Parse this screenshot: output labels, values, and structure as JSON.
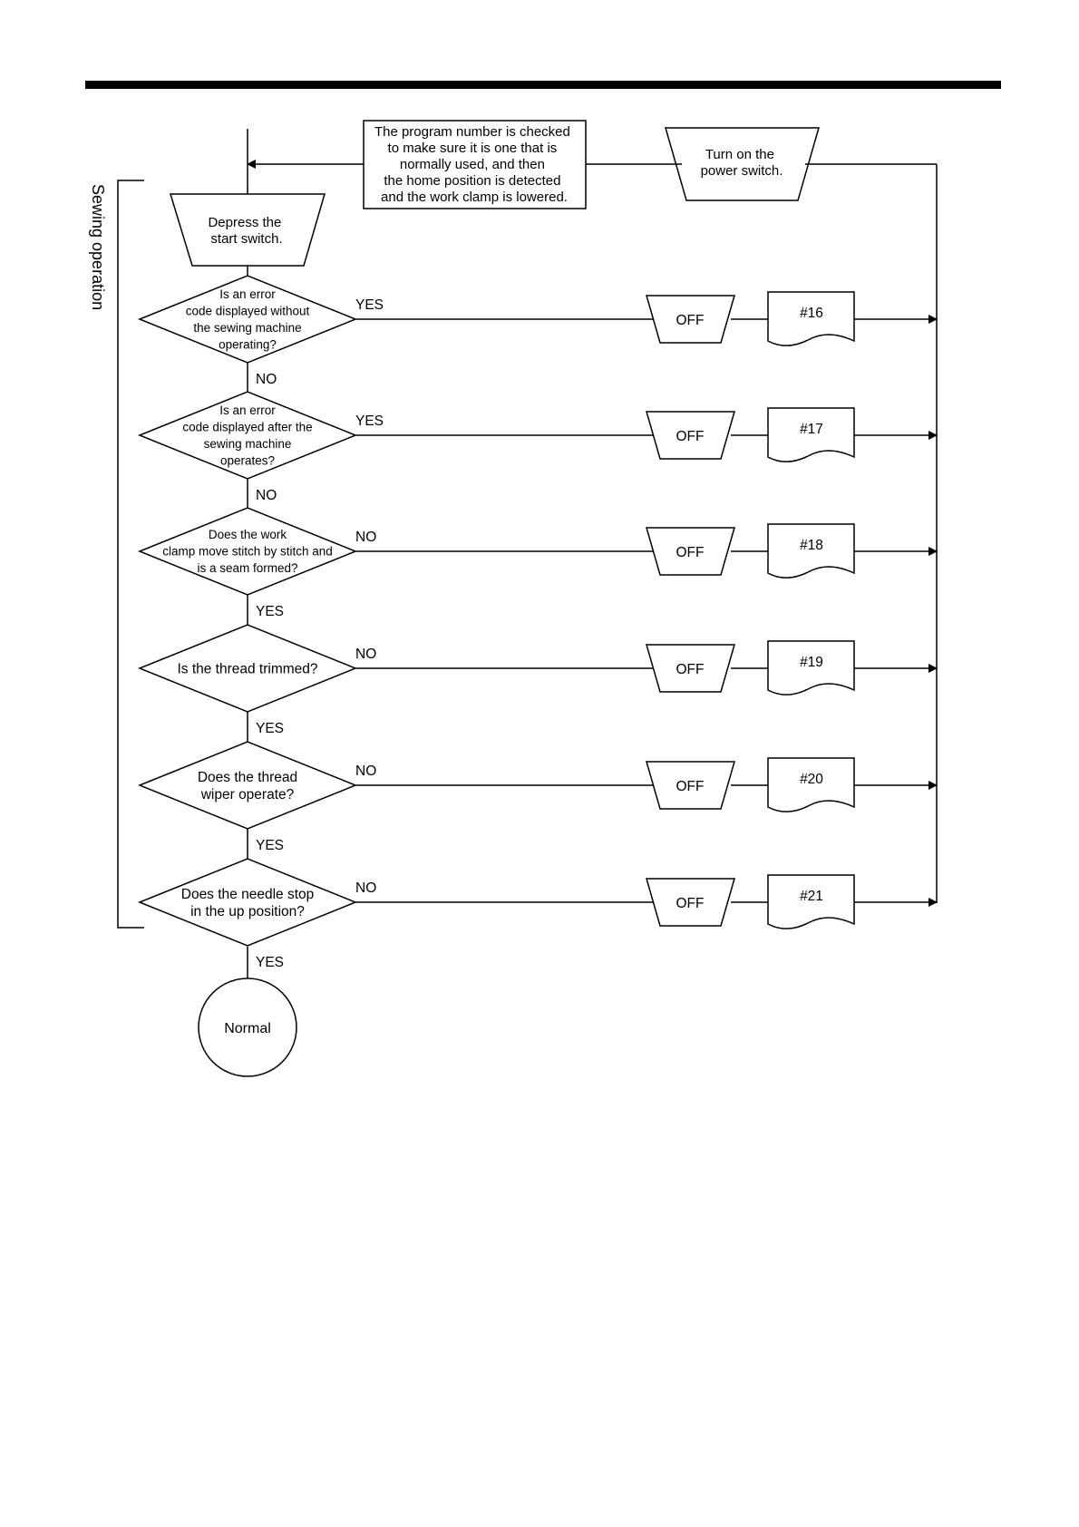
{
  "diagram": {
    "side_label": "Sewing operation",
    "power_on": [
      "Turn on the",
      "power switch."
    ],
    "program_check": [
      "The program number is checked",
      "to make sure it is one that is",
      "normally used, and then",
      "the home position is detected",
      "and the work clamp is lowered."
    ],
    "start": [
      "Depress the",
      "start switch."
    ],
    "decisions": [
      {
        "lines": [
          "Is an error",
          "code displayed without",
          "the sewing machine",
          "operating?"
        ],
        "branch_label": "YES",
        "continue_label": "NO",
        "off_label": "OFF",
        "ref": "#16"
      },
      {
        "lines": [
          "Is an error",
          "code displayed after the",
          "sewing machine",
          "operates?"
        ],
        "branch_label": "YES",
        "continue_label": "NO",
        "off_label": "OFF",
        "ref": "#17"
      },
      {
        "lines": [
          "Does the work",
          "clamp move stitch by stitch and",
          "is a seam formed?"
        ],
        "branch_label": "NO",
        "continue_label": "YES",
        "off_label": "OFF",
        "ref": "#18"
      },
      {
        "lines": [
          "Is the thread trimmed?"
        ],
        "branch_label": "NO",
        "continue_label": "YES",
        "off_label": "OFF",
        "ref": "#19"
      },
      {
        "lines": [
          "Does the thread",
          "wiper operate?"
        ],
        "branch_label": "NO",
        "continue_label": "YES",
        "off_label": "OFF",
        "ref": "#20"
      },
      {
        "lines": [
          "Does the needle stop",
          "in the up position?"
        ],
        "branch_label": "NO",
        "continue_label": "YES",
        "off_label": "OFF",
        "ref": "#21"
      }
    ],
    "terminal": "Normal"
  }
}
